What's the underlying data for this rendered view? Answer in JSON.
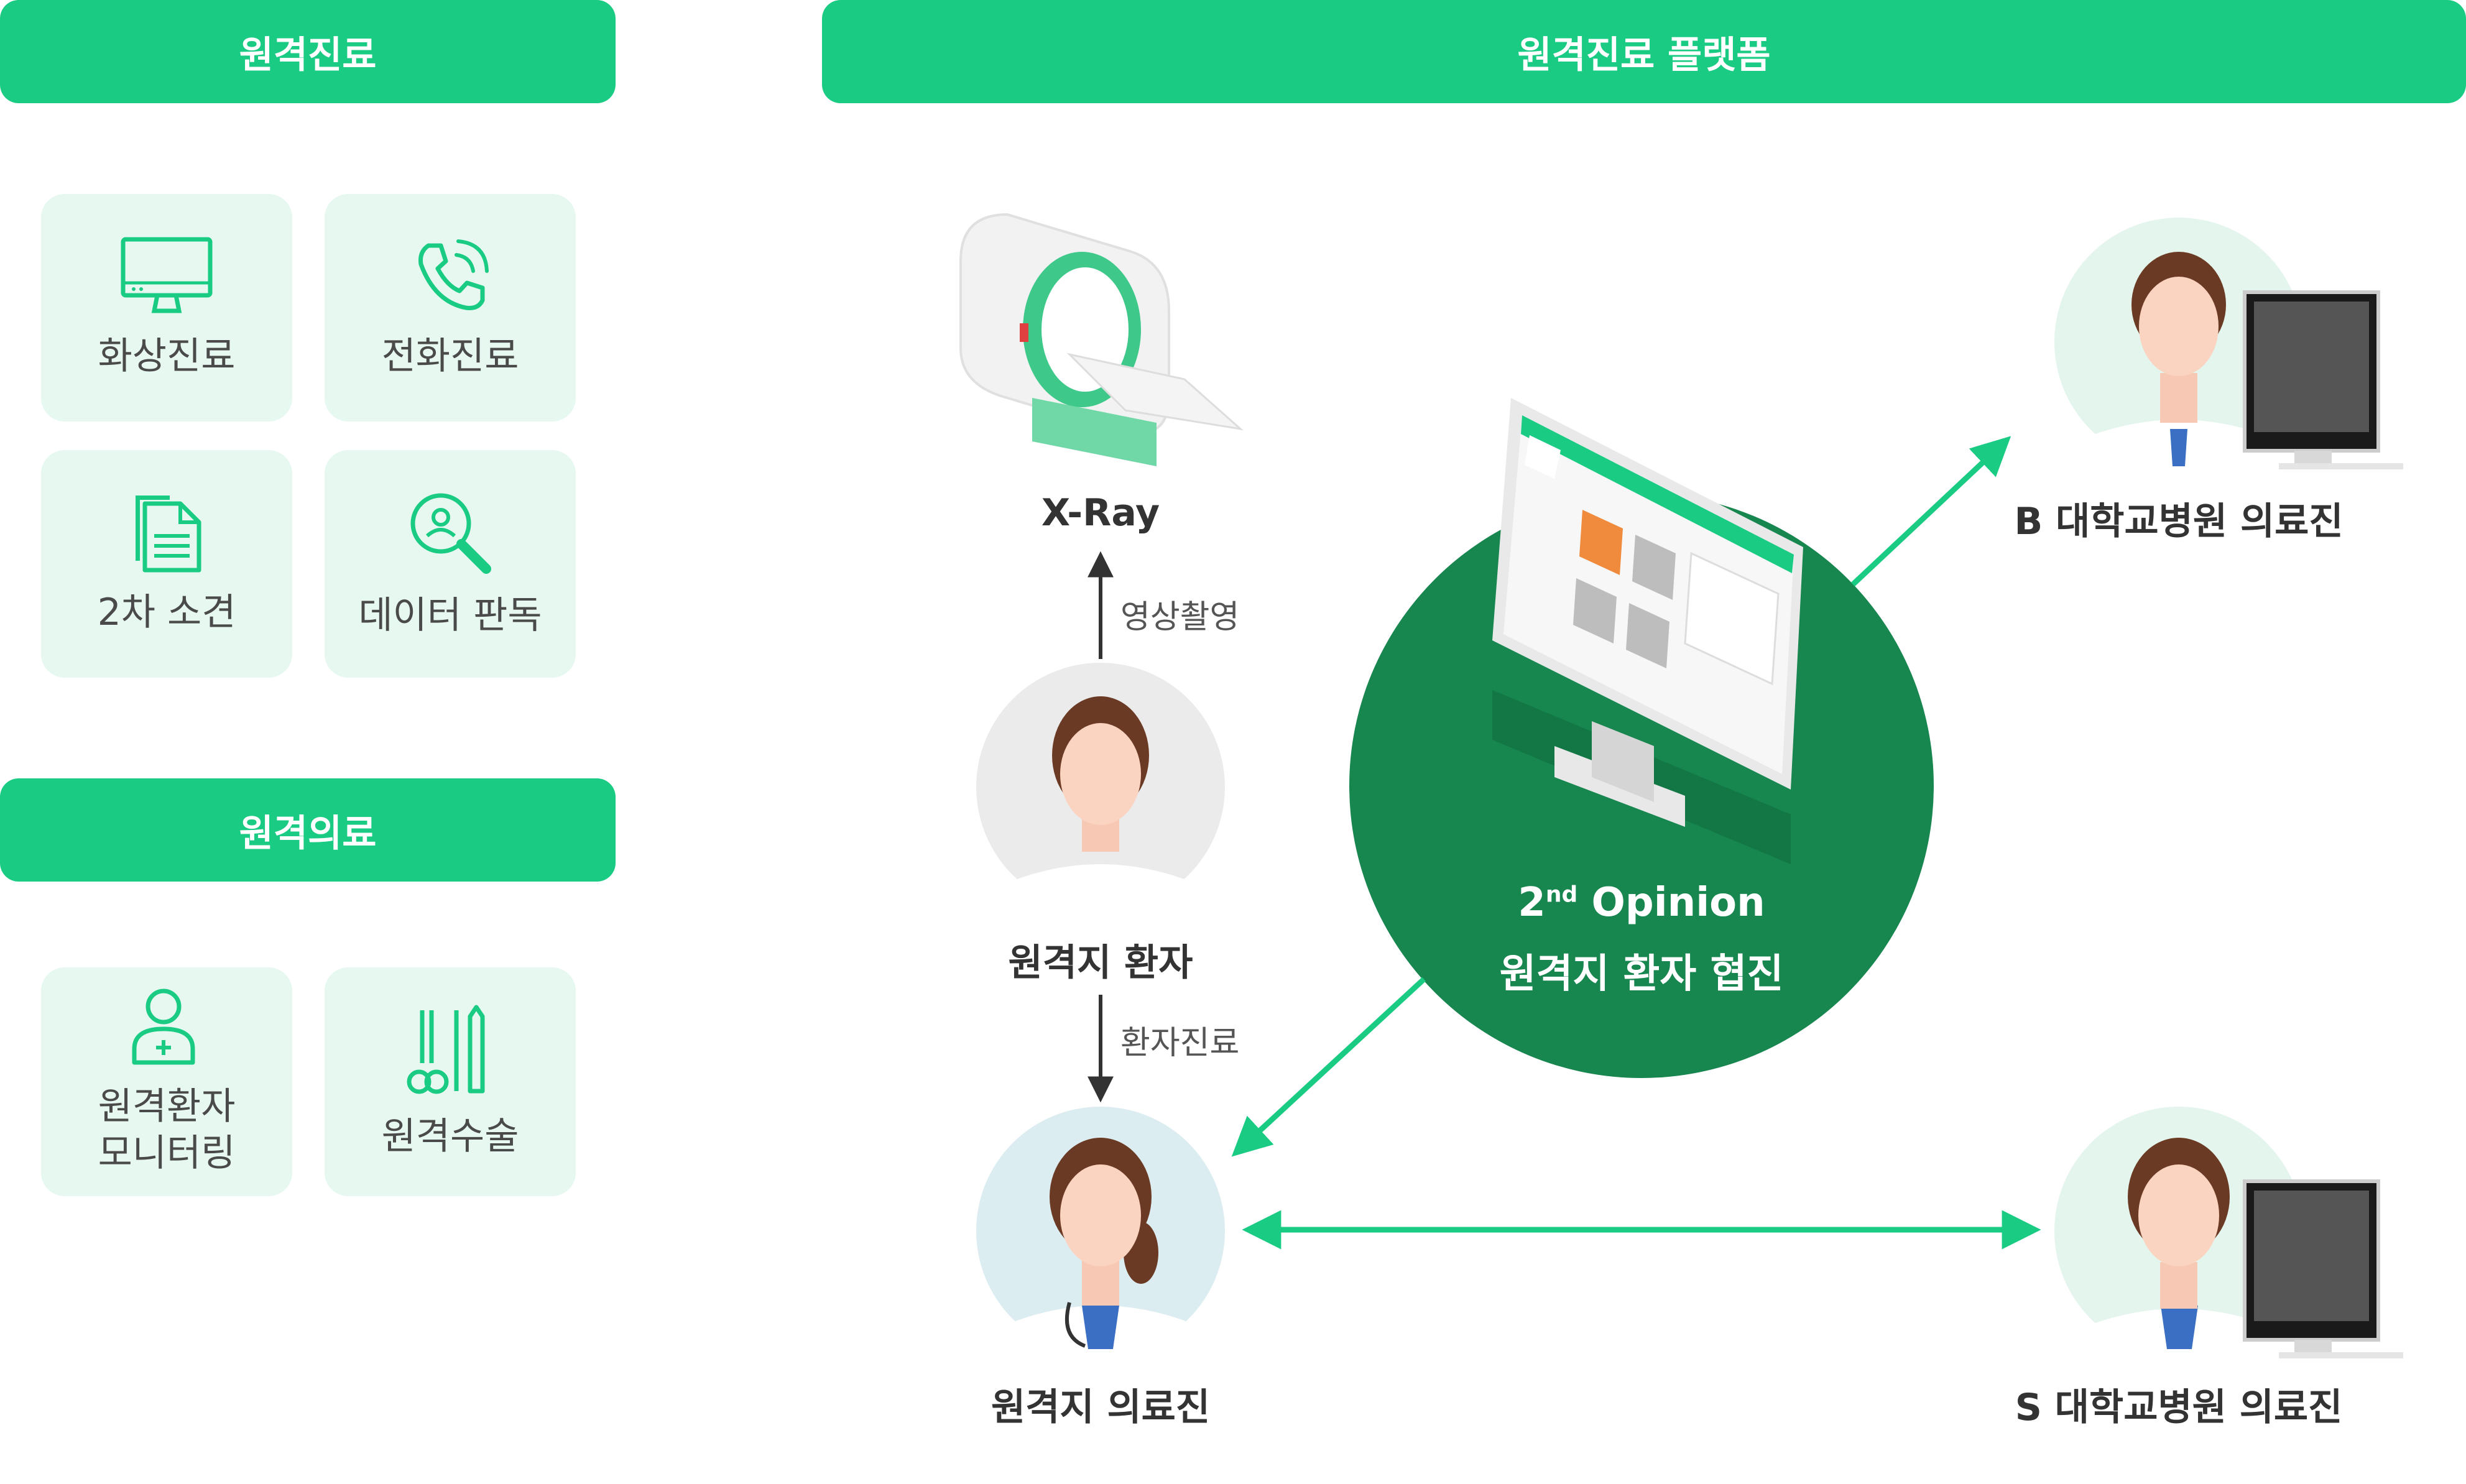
{
  "left": {
    "header1": "원격진료",
    "tiles1": [
      {
        "label": "화상진료",
        "icon": "monitor-icon"
      },
      {
        "label": "전화진료",
        "icon": "phone-icon"
      },
      {
        "label": "2차 소견",
        "icon": "document-icon"
      },
      {
        "label": "데이터 판독",
        "icon": "search-person-icon"
      }
    ],
    "header2": "원격의료",
    "tiles2": [
      {
        "label": "원격환자\n모니터링",
        "icon": "user-plus-icon"
      },
      {
        "label": "원격수술",
        "icon": "surgical-tools-icon"
      }
    ]
  },
  "platform": {
    "header": "원격진료 플랫폼",
    "nodes": {
      "xray": "X-Ray",
      "patient": "원격지 환자",
      "remote_doctor": "원격지 의료진",
      "b_hospital": "B 대학교병원 의료진",
      "s_hospital": "S 대학교병원 의료진"
    },
    "center": {
      "line1_base": "2",
      "line1_sup": "nd",
      "line1_rest": " Opinion",
      "line2": "원격지 환자 협진"
    },
    "edges": {
      "imaging": "영상촬영",
      "treatment": "환자진료"
    }
  },
  "colors": {
    "accent": "#19cb83",
    "tile_bg": "#e6f8ef",
    "circle": "#17864f",
    "arrow_green": "#19cb83",
    "arrow_dark": "#333333"
  }
}
